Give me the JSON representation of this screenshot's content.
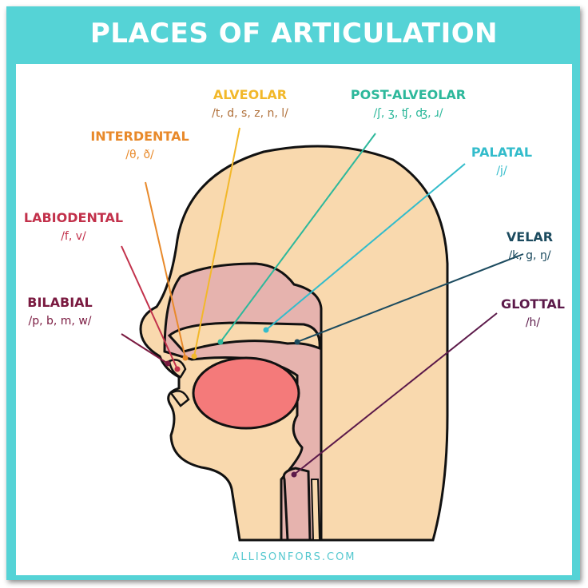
{
  "title": "PLACES OF ARTICULATION",
  "footer": "ALLISONFORS.COM",
  "colors": {
    "frame": "#55d3d6",
    "skin": "#f9d9ae",
    "cavity": "#e6b3ae",
    "tongue": "#f47a7a"
  },
  "places": {
    "alveolar": {
      "name": "ALVEOLAR",
      "ipa": "/t, d, s, z, n, l/",
      "color": "#f2b82a"
    },
    "post_alveolar": {
      "name": "POST-ALVEOLAR",
      "ipa": "/ʃ, ʒ, ʧ, ʤ, ɹ/",
      "color": "#2db89b"
    },
    "interdental": {
      "name": "INTERDENTAL",
      "ipa": "/θ, ð/",
      "color": "#e8892a"
    },
    "palatal": {
      "name": "PALATAL",
      "ipa": "/j/",
      "color": "#33bccb"
    },
    "labiodental": {
      "name": "LABIODENTAL",
      "ipa": "/f, v/",
      "color": "#c2314b"
    },
    "velar": {
      "name": "VELAR",
      "ipa": "/k, g, ŋ/",
      "color": "#1c4b5f"
    },
    "bilabial": {
      "name": "BILABIAL",
      "ipa": "/p, b, m, w/",
      "color": "#7a1a40"
    },
    "glottal": {
      "name": "GLOTTAL",
      "ipa": "/h/",
      "color": "#5c1a4a"
    }
  }
}
